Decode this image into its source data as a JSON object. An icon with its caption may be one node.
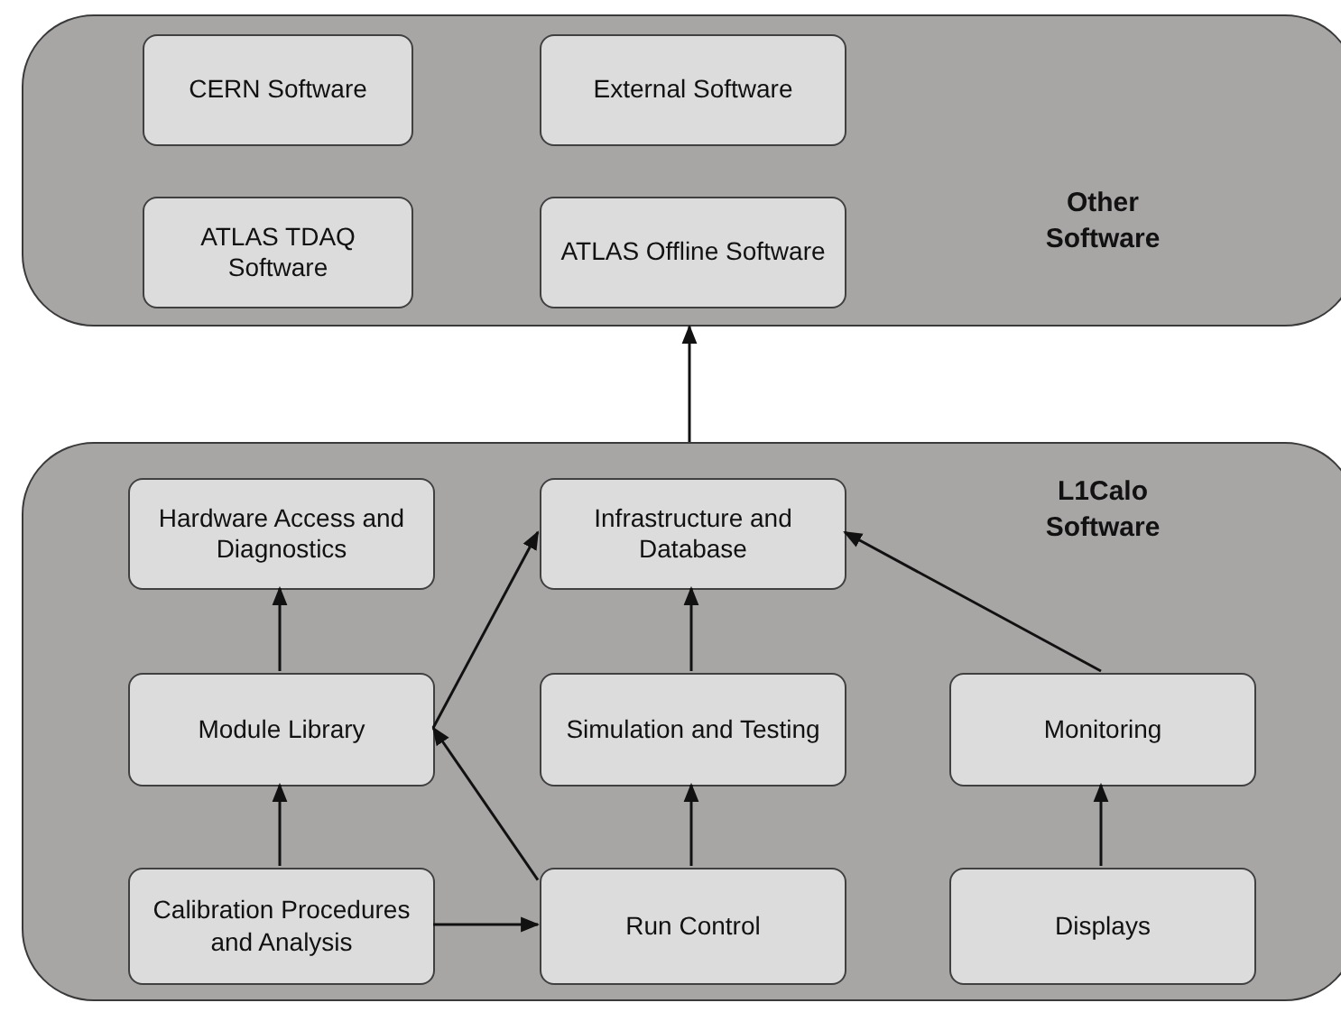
{
  "diagram": {
    "nodes": [
      {
        "text": [
          "Other Software"
        ]
      },
      {
        "text": [
          "CERN Software"
        ],
        "in": 0
      },
      {
        "text": [
          "External Software"
        ],
        "in": 0
      },
      {
        "text": [
          "ATLAS TDAQ Software"
        ],
        "in": 0
      },
      {
        "text": [
          "ATLAS Offline Software"
        ],
        "in": 0
      },
      {
        "text": [
          "L1Calo Software"
        ]
      },
      {
        "text": [
          "Hardware Access and Diagnostics"
        ],
        "in": 5
      },
      {
        "text": [
          "Infrastructure and Database"
        ],
        "in": 5
      },
      {
        "text": [
          "Module Library"
        ],
        "in": 5
      },
      {
        "text": [
          "Simulation and Testing"
        ],
        "in": 5
      },
      {
        "text": [
          "Monitoring"
        ],
        "in": 5
      },
      {
        "text": [
          "Calibration Procedures and Analysis"
        ],
        "in": 5
      },
      {
        "text": [
          "Run Control"
        ],
        "in": 5
      },
      {
        "text": [
          "Displays"
        ],
        "in": 5
      }
    ],
    "edges": [
      {
        "from": 5,
        "to": 0,
        "arrow": "to"
      },
      {
        "from": 8,
        "to": 6,
        "arrow": "to"
      },
      {
        "from": 11,
        "to": 8,
        "arrow": "to"
      },
      {
        "from": 8,
        "to": 7,
        "arrow": "to"
      },
      {
        "from": 12,
        "to": 8,
        "arrow": "to"
      },
      {
        "from": 11,
        "to": 12,
        "arrow": "to"
      },
      {
        "from": 9,
        "to": 7,
        "arrow": "to"
      },
      {
        "from": 12,
        "to": 9,
        "arrow": "to"
      },
      {
        "from": 10,
        "to": 7,
        "arrow": "to"
      },
      {
        "from": 13,
        "to": 10,
        "arrow": "to"
      }
    ]
  }
}
